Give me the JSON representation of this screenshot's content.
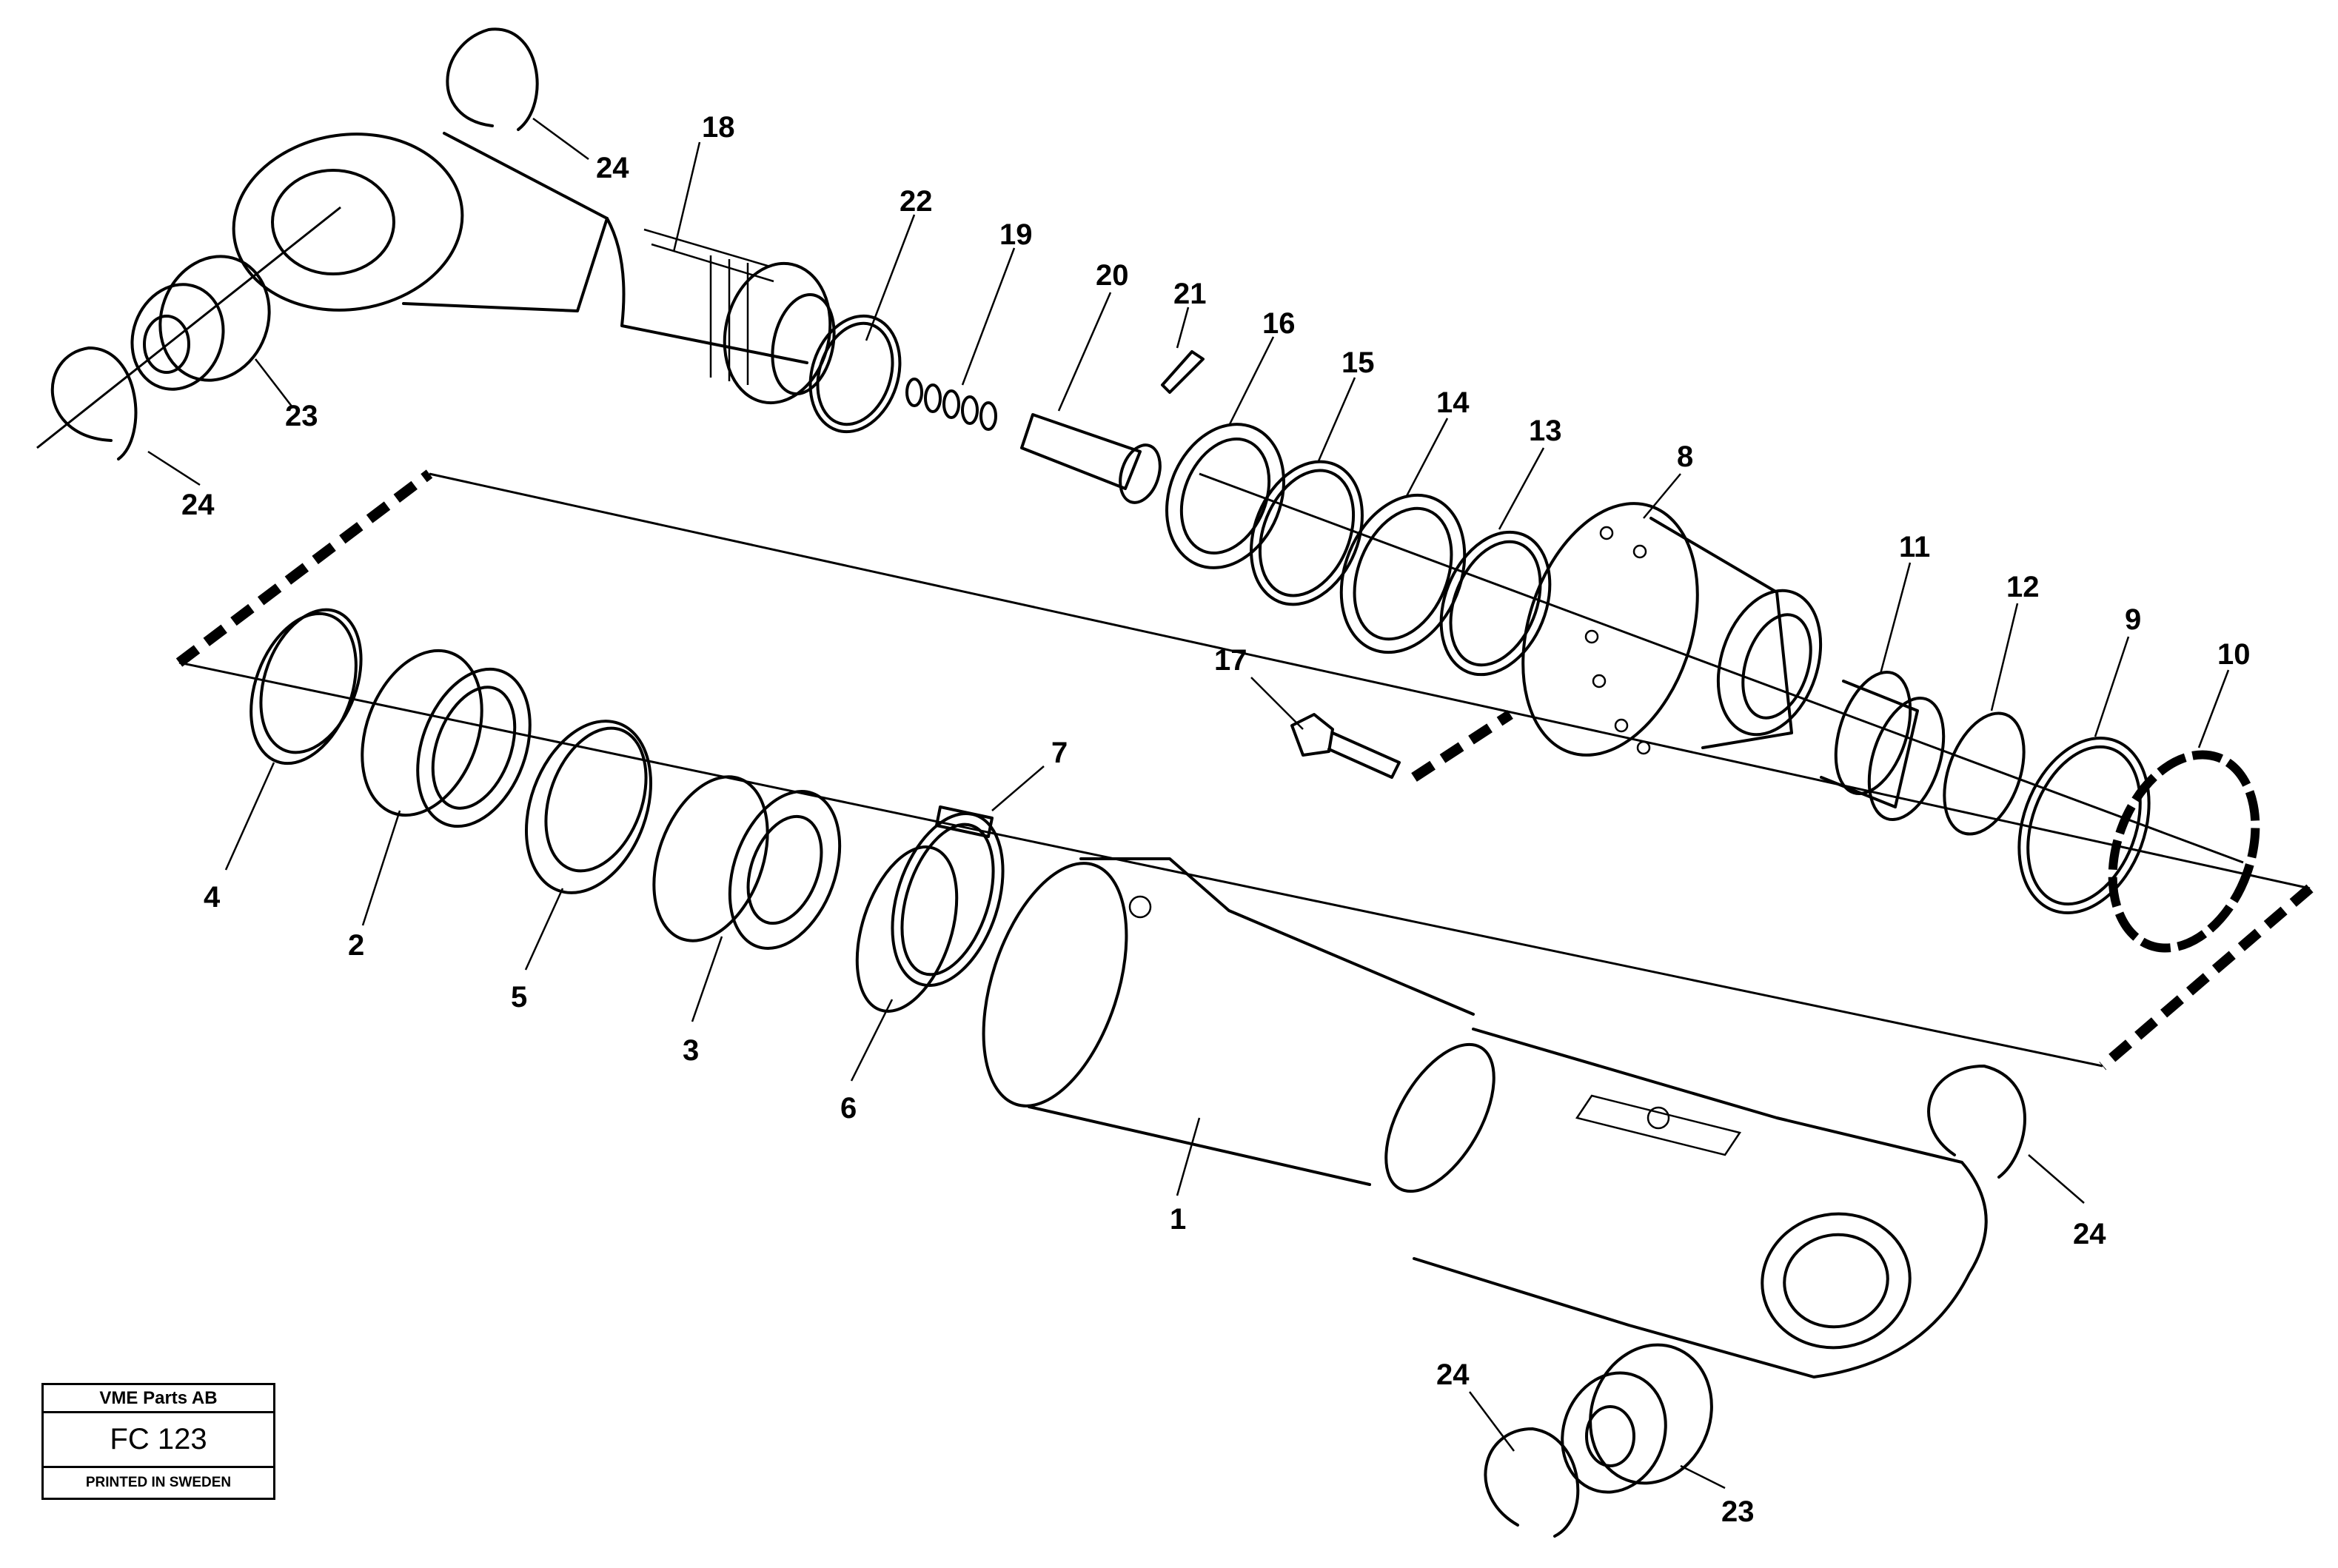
{
  "info_box": {
    "company": "VME Parts AB",
    "code": "FC 123",
    "printed": "PRINTED IN SWEDEN"
  },
  "callouts": {
    "c1": "1",
    "c2": "2",
    "c3": "3",
    "c4": "4",
    "c5": "5",
    "c6": "6",
    "c7": "7",
    "c8": "8",
    "c9": "9",
    "c10": "10",
    "c11": "11",
    "c12": "12",
    "c13": "13",
    "c14": "14",
    "c15": "15",
    "c16": "16",
    "c17": "17",
    "c18": "18",
    "c19": "19",
    "c20": "20",
    "c21": "21",
    "c22": "22",
    "c23a": "23",
    "c23b": "23",
    "c24a": "24",
    "c24b": "24",
    "c24c": "24",
    "c24d": "24"
  }
}
